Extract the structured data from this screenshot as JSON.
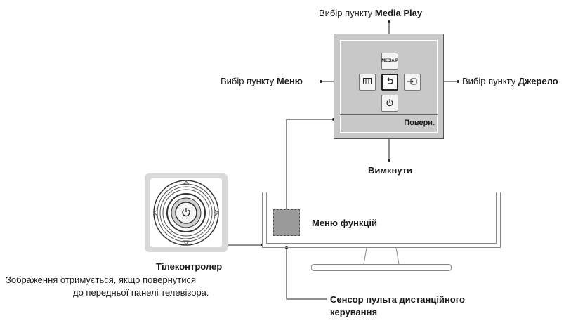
{
  "labels": {
    "media_play_prefix": "Вибір пункту",
    "media_play_bold": "Media Play",
    "menu_prefix": "Вибір пункту",
    "menu_bold": "Меню",
    "source_prefix": "Вибір пункту",
    "source_bold": "Джерело",
    "power_off": "Вимкнути",
    "function_menu": "Меню функцій",
    "controller_title": "Тілеконтролер",
    "controller_note_1": "Зображення отримується, якщо повернутися",
    "controller_note_2": "до передньої панелі телевізора.",
    "sensor_1": "Сенсор пульта дистанційного",
    "sensor_2": "керування"
  },
  "panel": {
    "media_button": "MEDIA.P",
    "return_label": "Поверн."
  },
  "colors": {
    "panel_bg": "#c8c8c8",
    "controller_box": "#9a9a9a",
    "joystick_frame": "#d9d9d9"
  },
  "icons": [
    "menu-icon",
    "return-icon",
    "source-icon",
    "power-icon",
    "joystick-power-icon"
  ]
}
